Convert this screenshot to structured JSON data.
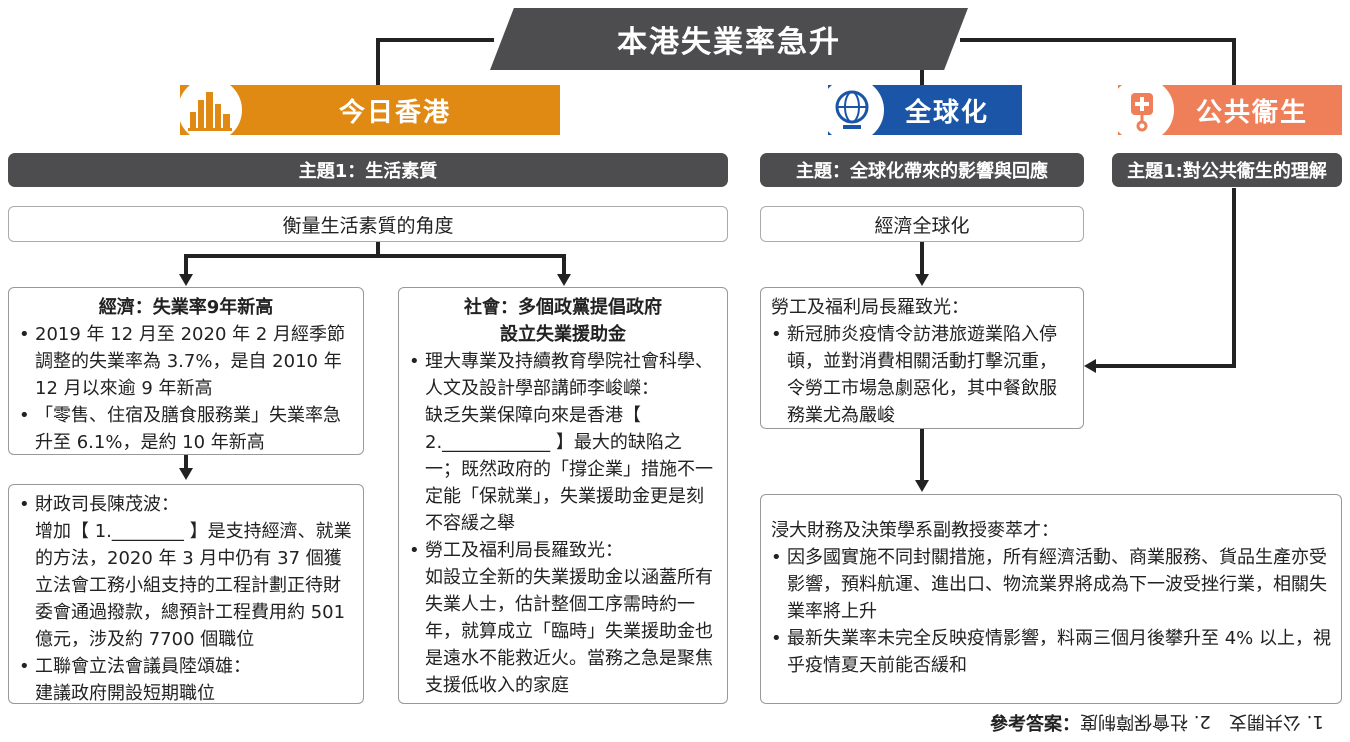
{
  "title": "本港失業率急升",
  "sections": {
    "hk": {
      "label": "今日香港",
      "color": "#e08a13",
      "theme": "主題1：生活素質",
      "sub": "衡量生活素質的角度"
    },
    "global": {
      "label": "全球化",
      "color": "#1b55a8",
      "theme": "主題：全球化帶來的影響與回應",
      "sub": "經濟全球化"
    },
    "health": {
      "label": "公共衞生",
      "color": "#ef7f58",
      "theme": "主題1:對公共衞生的理解"
    }
  },
  "boxes": {
    "economy": {
      "title": "經濟：失業率9年新高",
      "b1": "2019 年 12 月至 2020 年 2 月經季節調整的失業率為 3.7%，是自 2010 年 12 月以來逾 9 年新高",
      "b2": "「零售、住宿及膳食服務業」失業率急升至 6.1%，是約 10 年新高"
    },
    "finance": {
      "b1_head": "財政司長陳茂波：",
      "b1_body": "增加【 1.________ 】是支持經濟、就業的方法，2020 年 3 月中仍有 37 個獲立法會工務小組支持的工程計劃正待財委會通過撥款，總預計工程費用約 501 億元，涉及約 7700 個職位",
      "b2_head": "工聯會立法會議員陸頌雄：",
      "b2_body": "建議政府開設短期職位"
    },
    "society": {
      "title1": "社會：多個政黨提倡政府",
      "title2": "設立失業援助金",
      "b1_head": "理大專業及持續教育學院社會科學、人文及設計學部講師李峻嶸：",
      "b1_body": "缺乏失業保障向來是香港【 2.____________ 】最大的缺陷之一；既然政府的「撐企業」措施不一定能「保就業」，失業援助金更是刻不容緩之舉",
      "b2_head": "勞工及福利局長羅致光：",
      "b2_body": "如設立全新的失業援助金以涵蓋所有失業人士，估計整個工序需時約一年，就算成立「臨時」失業援助金也是遠水不能救近火。當務之急是聚焦支援低收入的家庭"
    },
    "labour": {
      "head": "勞工及福利局長羅致光：",
      "b1": "新冠肺炎疫情令訪港旅遊業陷入停頓，並對消費相關活動打擊沉重，令勞工市場急劇惡化，其中餐飲服務業尤為嚴峻"
    },
    "bu": {
      "head": "浸大財務及決策學系副教授麥萃才：",
      "b1": "因多國實施不同封關措施，所有經濟活動、商業服務、貨品生產亦受影響，預料航運、進出口、物流業界將成為下一波受挫行業，相關失業率將上升",
      "b2": "最新失業率未完全反映疫情影響，料兩三個月後攀升至 4% 以上，視乎疫情夏天前能否緩和"
    }
  },
  "answer": {
    "label": "參考答案：",
    "text": "1. 公共開支　2. 社會保障制度"
  }
}
